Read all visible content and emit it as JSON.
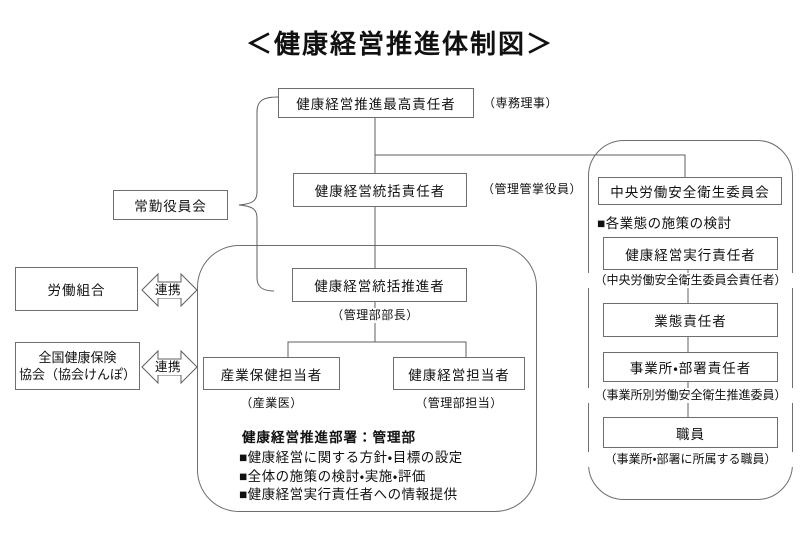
{
  "colors": {
    "line": "#5f5f5f",
    "box_border": "#6e6e6e",
    "text": "#111111",
    "background": "#ffffff"
  },
  "title": "＜健康経営推進体制図＞",
  "top": {
    "ceo": {
      "label": "健康経営推進最高責任者",
      "note": "（専務理事）"
    },
    "director": {
      "label": "健康経営統括責任者",
      "note": "（管理管掌役員）"
    }
  },
  "left": {
    "board": {
      "label": "常勤役員会"
    },
    "union": {
      "label": "労働組合"
    },
    "insurance": {
      "line1": "全国健康保険",
      "line2": "協会（協会けんぽ）"
    },
    "link_label": "連携"
  },
  "center": {
    "promoter": {
      "label": "健康経営統括推進者",
      "note": "（管理部部長）"
    },
    "occupational": {
      "label": "産業保健担当者",
      "note": "（産業医）"
    },
    "keiei": {
      "label": "健康経営担当者",
      "note": "（管理部担当）"
    },
    "dept_title": "健康経営推進部署：管理部",
    "bullets": [
      "■健康経営に関する方針・目標の設定",
      "■全体の施策の検討・実施・評価",
      "■健康経営実行責任者への情報提供"
    ]
  },
  "right": {
    "committee": {
      "label": "中央労働安全衛生委員会"
    },
    "note": "■各業態の施策の検討",
    "executor": {
      "label": "健康経営実行責任者",
      "note": "（中央労働安全衛生委員会責任者）"
    },
    "business": {
      "label": "業態責任者"
    },
    "office": {
      "label": "事業所・部署責任者",
      "note": "（事業所別労働安全衛生推進委員）"
    },
    "staff": {
      "label": "職員",
      "note": "（事業所・部署に所属する職員）"
    }
  }
}
